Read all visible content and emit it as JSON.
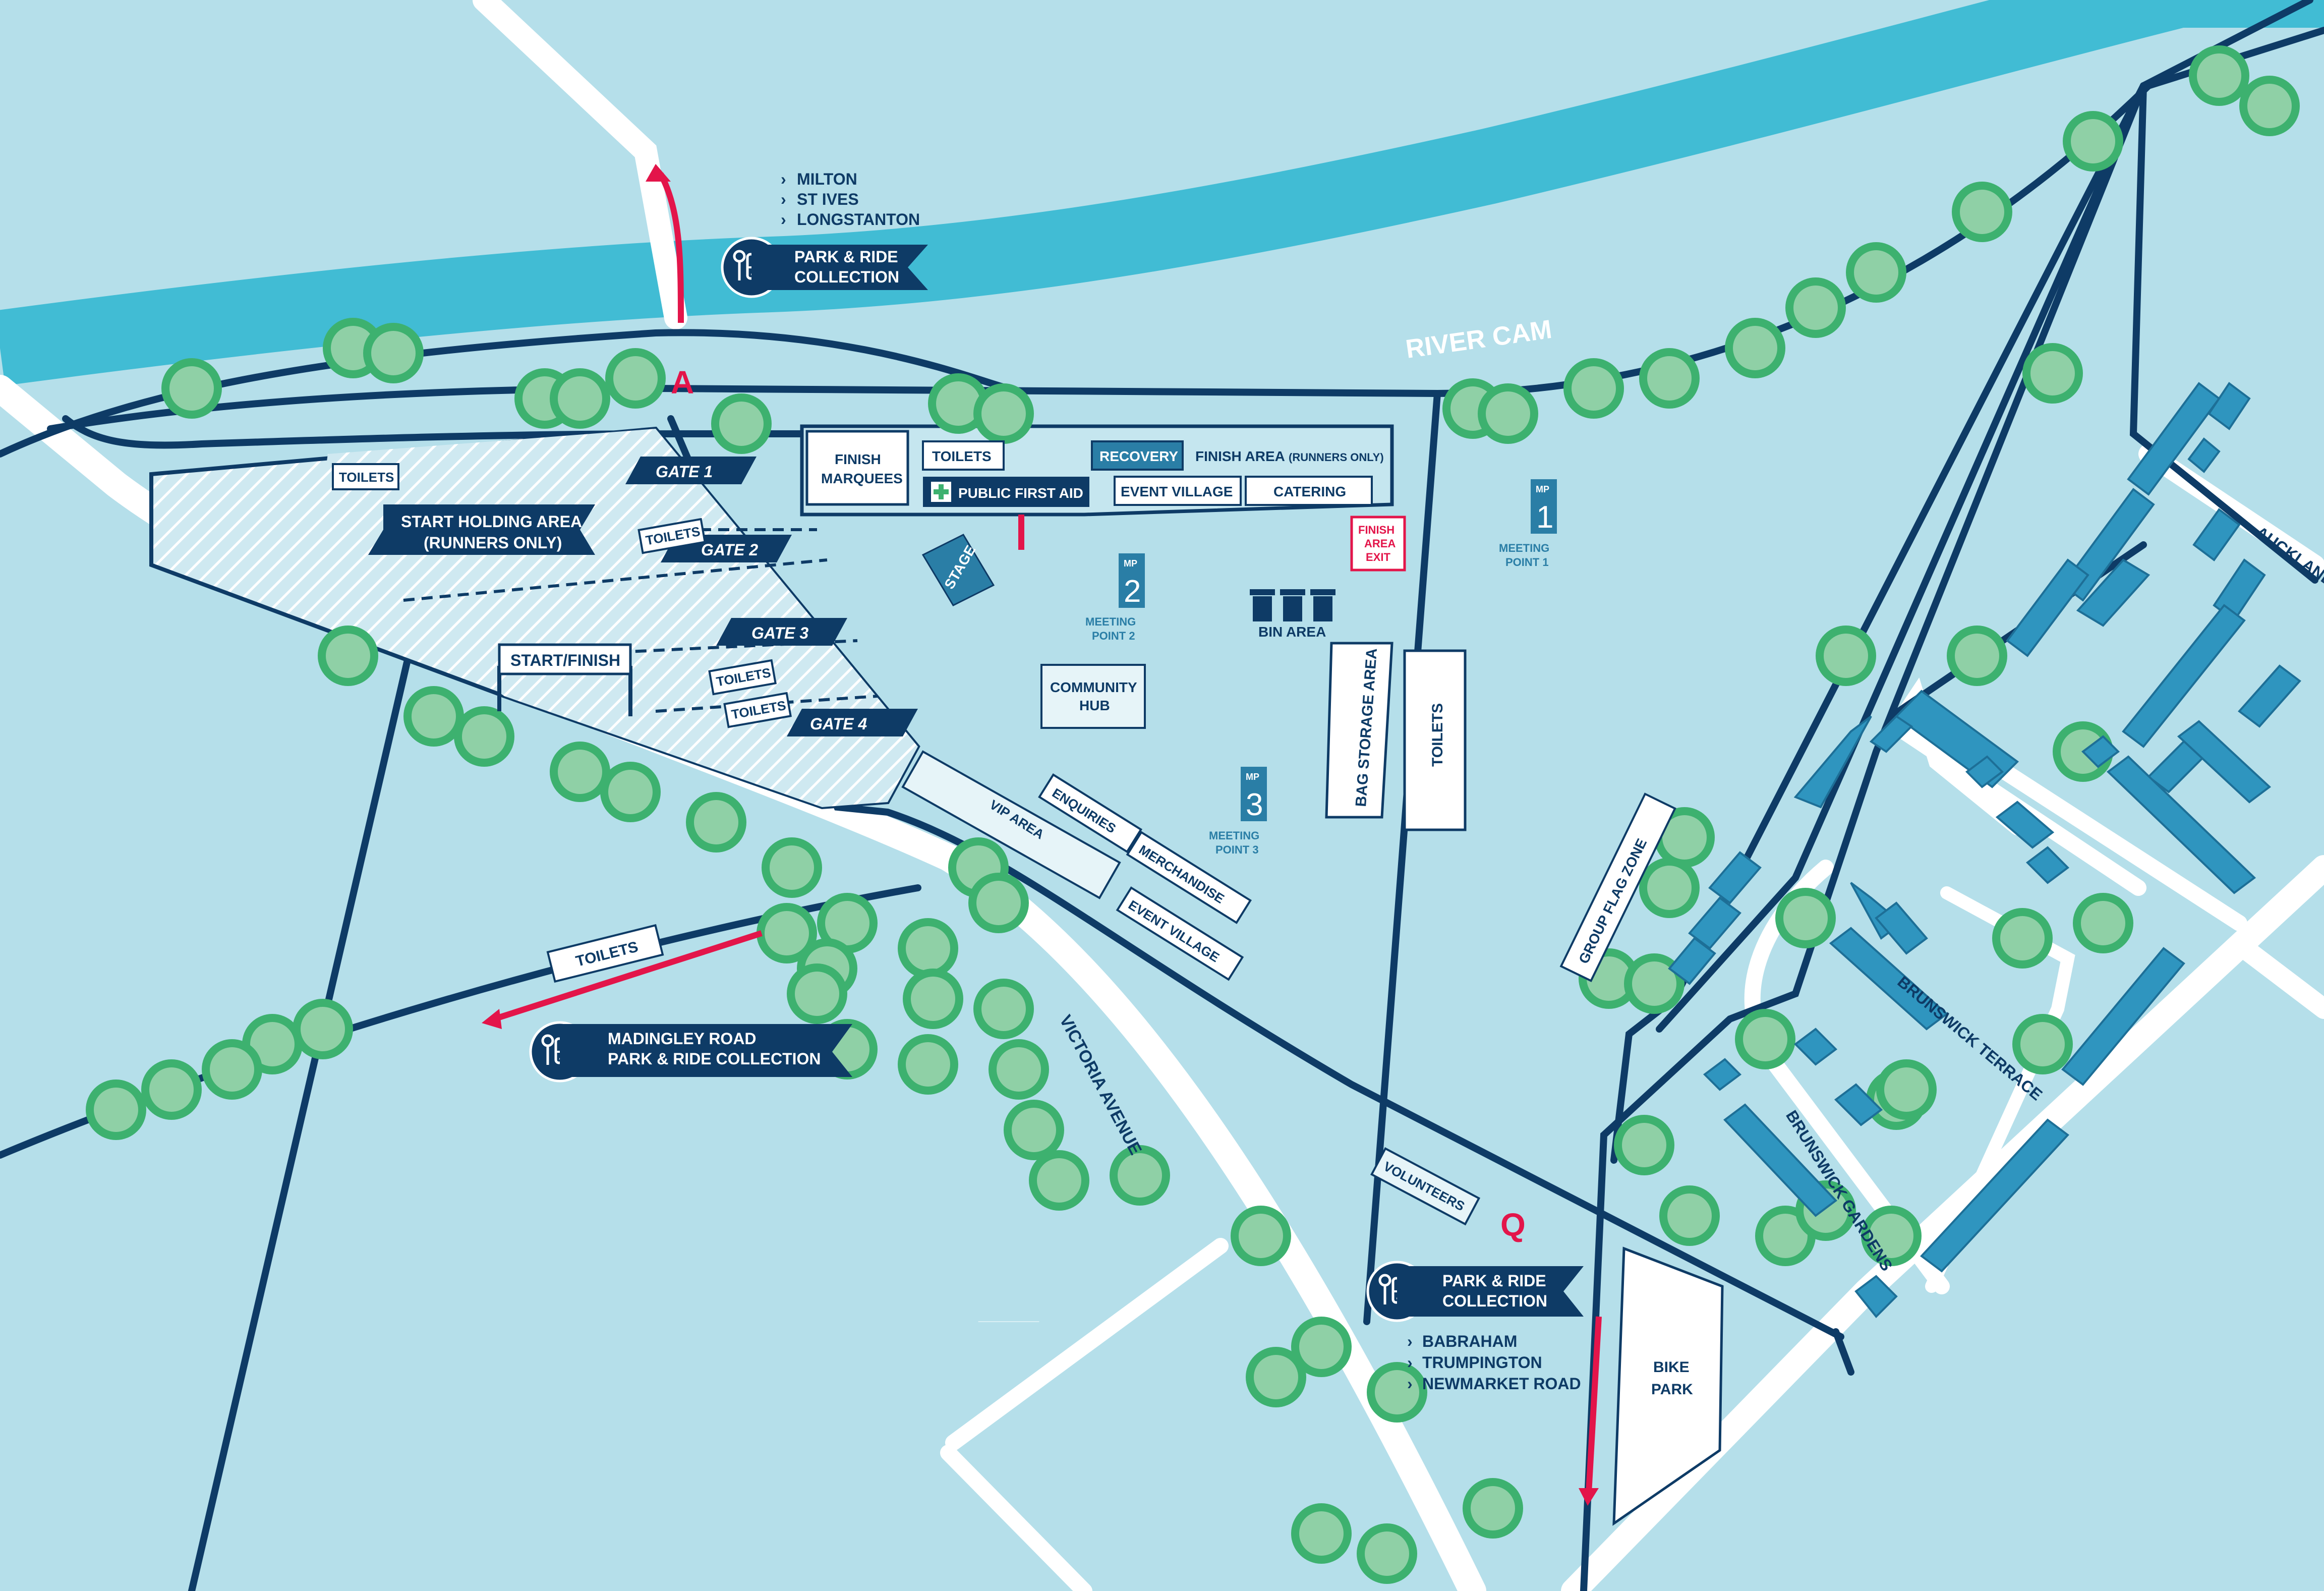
{
  "colors": {
    "land": "#b5dfea",
    "river": "#41bcd4",
    "road": "#ffffff",
    "path": "#0e3b66",
    "tree_dark": "#3db16f",
    "tree_light": "#8fd0a6",
    "building": "#2f95bf",
    "building_dark": "#1d6f97",
    "accent_red": "#e3154a",
    "label_blue": "#2a7ea6",
    "navy": "#0e3b66"
  },
  "river": {
    "label": "RIVER CAM"
  },
  "roads": {
    "victoria_avenue": "VICTORIA AVENUE",
    "brunswick_terrace": "BRUNSWICK TERRACE",
    "brunswick_gardens": "BRUNSWICK GARDENS",
    "auckland": "AUCKLAND"
  },
  "markers": {
    "a": "A",
    "q": "Q"
  },
  "park_ride_north": {
    "icon": "bus-stop-icon",
    "title_line1": "PARK & RIDE",
    "title_line2": "COLLECTION",
    "destinations": [
      "MILTON",
      "ST IVES",
      "LONGSTANTON"
    ]
  },
  "park_ride_madingley": {
    "icon": "bus-stop-icon",
    "title_line1": "MADINGLEY ROAD",
    "title_line2": "PARK & RIDE COLLECTION"
  },
  "park_ride_south": {
    "icon": "bus-stop-icon",
    "title_line1": "PARK & RIDE",
    "title_line2": "COLLECTION",
    "destinations": [
      "BABRAHAM",
      "TRUMPINGTON",
      "NEWMARKET ROAD"
    ]
  },
  "start_area": {
    "holding_line1": "START HOLDING AREA",
    "holding_line2": "(RUNNERS ONLY)",
    "start_finish": "START/FINISH",
    "gates": [
      "GATE 1",
      "GATE 2",
      "GATE 3",
      "GATE 4"
    ],
    "toilets": "TOILETS"
  },
  "finish_area": {
    "marquees_line1": "FINISH",
    "marquees_line2": "MARQUEES",
    "toilets": "TOILETS",
    "recovery": "RECOVERY",
    "title": "FINISH AREA",
    "title_note": "(RUNNERS ONLY)",
    "first_aid": "PUBLIC FIRST AID",
    "event_village": "EVENT VILLAGE",
    "catering": "CATERING",
    "exit_line1": "FINISH",
    "exit_line2": "AREA",
    "exit_line3": "EXIT"
  },
  "zones": {
    "stage": "STAGE",
    "community_hub_line1": "COMMUNITY",
    "community_hub_line2": "HUB",
    "bin_area": "BIN AREA",
    "bag_storage": "BAG STORAGE AREA",
    "toilets_east": "TOILETS",
    "vip_area": "VIP AREA",
    "enquiries": "ENQUIRIES",
    "merchandise": "MERCHANDISE",
    "event_village_south": "EVENT VILLAGE",
    "group_flag_zone": "GROUP FLAG ZONE",
    "volunteers": "VOLUNTEERS",
    "bike_park_line1": "BIKE",
    "bike_park_line2": "PARK",
    "toilets_west": "TOILETS"
  },
  "meeting_points": [
    {
      "number": "1",
      "prefix": "MP",
      "line1": "MEETING",
      "line2": "POINT 1"
    },
    {
      "number": "2",
      "prefix": "MP",
      "line1": "MEETING",
      "line2": "POINT 2"
    },
    {
      "number": "3",
      "prefix": "MP",
      "line1": "MEETING",
      "line2": "POINT 3"
    }
  ]
}
